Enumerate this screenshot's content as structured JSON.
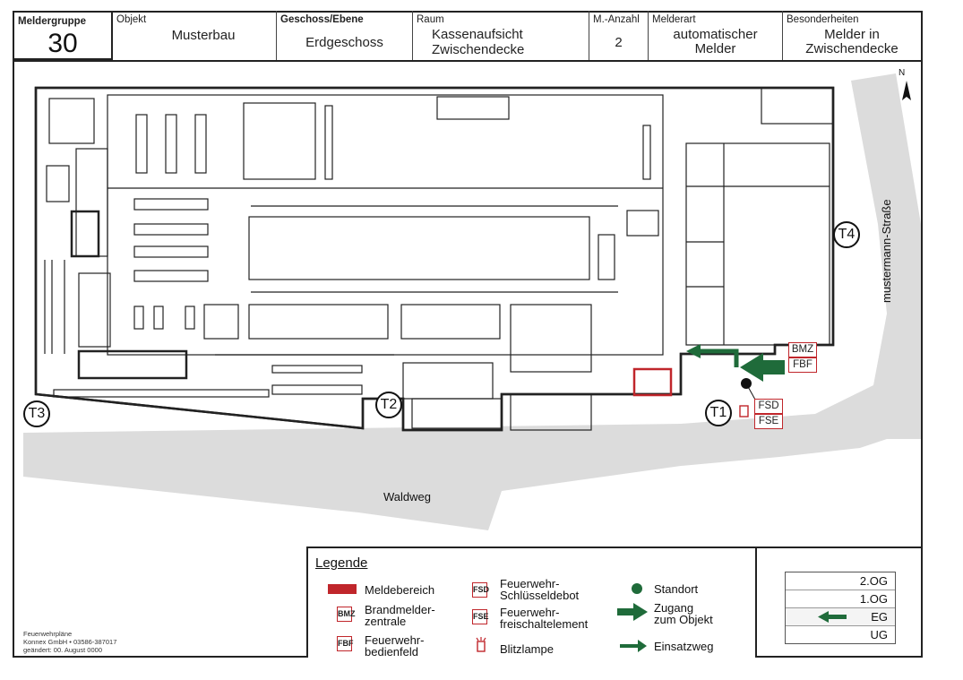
{
  "header": {
    "group_label": "Meldergruppe",
    "group_number": "30",
    "object_label": "Objekt",
    "object_value": "Musterbau",
    "floor_label": "Geschoss/Ebene",
    "floor_value": "Erdgeschoss",
    "room_label": "Raum",
    "room_value_1": "Kassenaufsicht",
    "room_value_2": "Zwischendecke",
    "count_label": "M.-Anzahl",
    "count_value": "2",
    "type_label": "Melderart",
    "type_value_1": "automatischer",
    "type_value_2": "Melder",
    "special_label": "Besonderheiten",
    "special_value_1": "Melder in",
    "special_value_2": "Zwischendecke"
  },
  "map": {
    "street_bottom": "Waldweg",
    "street_right": "mustermann-Straße",
    "north": "N",
    "stairs": [
      "T1",
      "T2",
      "T3",
      "T4"
    ],
    "boxes": {
      "bmz": "BMZ",
      "fbf": "FBF",
      "fsd": "FSD",
      "fse": "FSE"
    },
    "colors": {
      "detection_area": "#c0262b",
      "access_arrow": "#1f6b3a",
      "street": "#dcdcdc"
    }
  },
  "legend": {
    "title": "Legende",
    "items": {
      "meldebereich": "Meldebereich",
      "bmz_l1": "Brandmelder-",
      "bmz_l2": "zentrale",
      "fbf_l1": "Feuerwehr-",
      "fbf_l2": "bedienfeld",
      "fsd_l1": "Feuerwehr-",
      "fsd_l2": "Schlüsseldebot",
      "fse_l1": "Feuerwehr-",
      "fse_l2": "freischaltelement",
      "blitz": "Blitzlampe",
      "standort": "Standort",
      "zugang_l1": "Zugang",
      "zugang_l2": "zum Objekt",
      "einsatzweg": "Einsatzweg"
    },
    "symbols": {
      "bmz": "BMZ",
      "fbf": "FBF",
      "fsd": "FSD",
      "fse": "FSE"
    }
  },
  "floors": {
    "items": [
      "2.OG",
      "1.OG",
      "EG",
      "UG"
    ],
    "current": "EG"
  },
  "footer": {
    "line1": "Feuerwehrpläne",
    "line2": "Konnex GmbH • 03586-387017",
    "line3": "geändert: 00. August 0000"
  }
}
